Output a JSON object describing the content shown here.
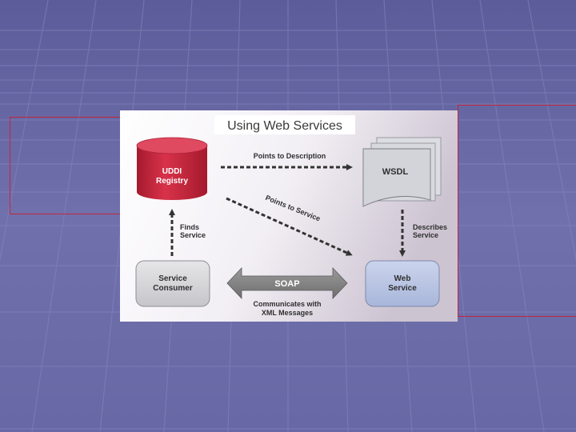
{
  "slide": {
    "title": "Using Web Services"
  },
  "diagram": {
    "nodes": {
      "uddi_line1": "UDDI",
      "uddi_line2": "Registry",
      "wsdl": "WSDL",
      "consumer_line1": "Service",
      "consumer_line2": "Consumer",
      "web_line1": "Web",
      "web_line2": "Service"
    },
    "edges": {
      "points_to_description": "Points to Description",
      "points_to_service": "Points to Service",
      "finds_line1": "Finds",
      "finds_line2": "Service",
      "describes_line1": "Describes",
      "describes_line2": "Service",
      "soap": "SOAP",
      "communicates_line1": "Communicates with",
      "communicates_line2": "XML Messages"
    }
  },
  "colors": {
    "background": "#6a6aa6",
    "frame": "#c0283a",
    "uddi": "#c8223a",
    "consumer": "#d4d4d6",
    "web_service": "#b6c2e0",
    "arrow": "#333333"
  }
}
